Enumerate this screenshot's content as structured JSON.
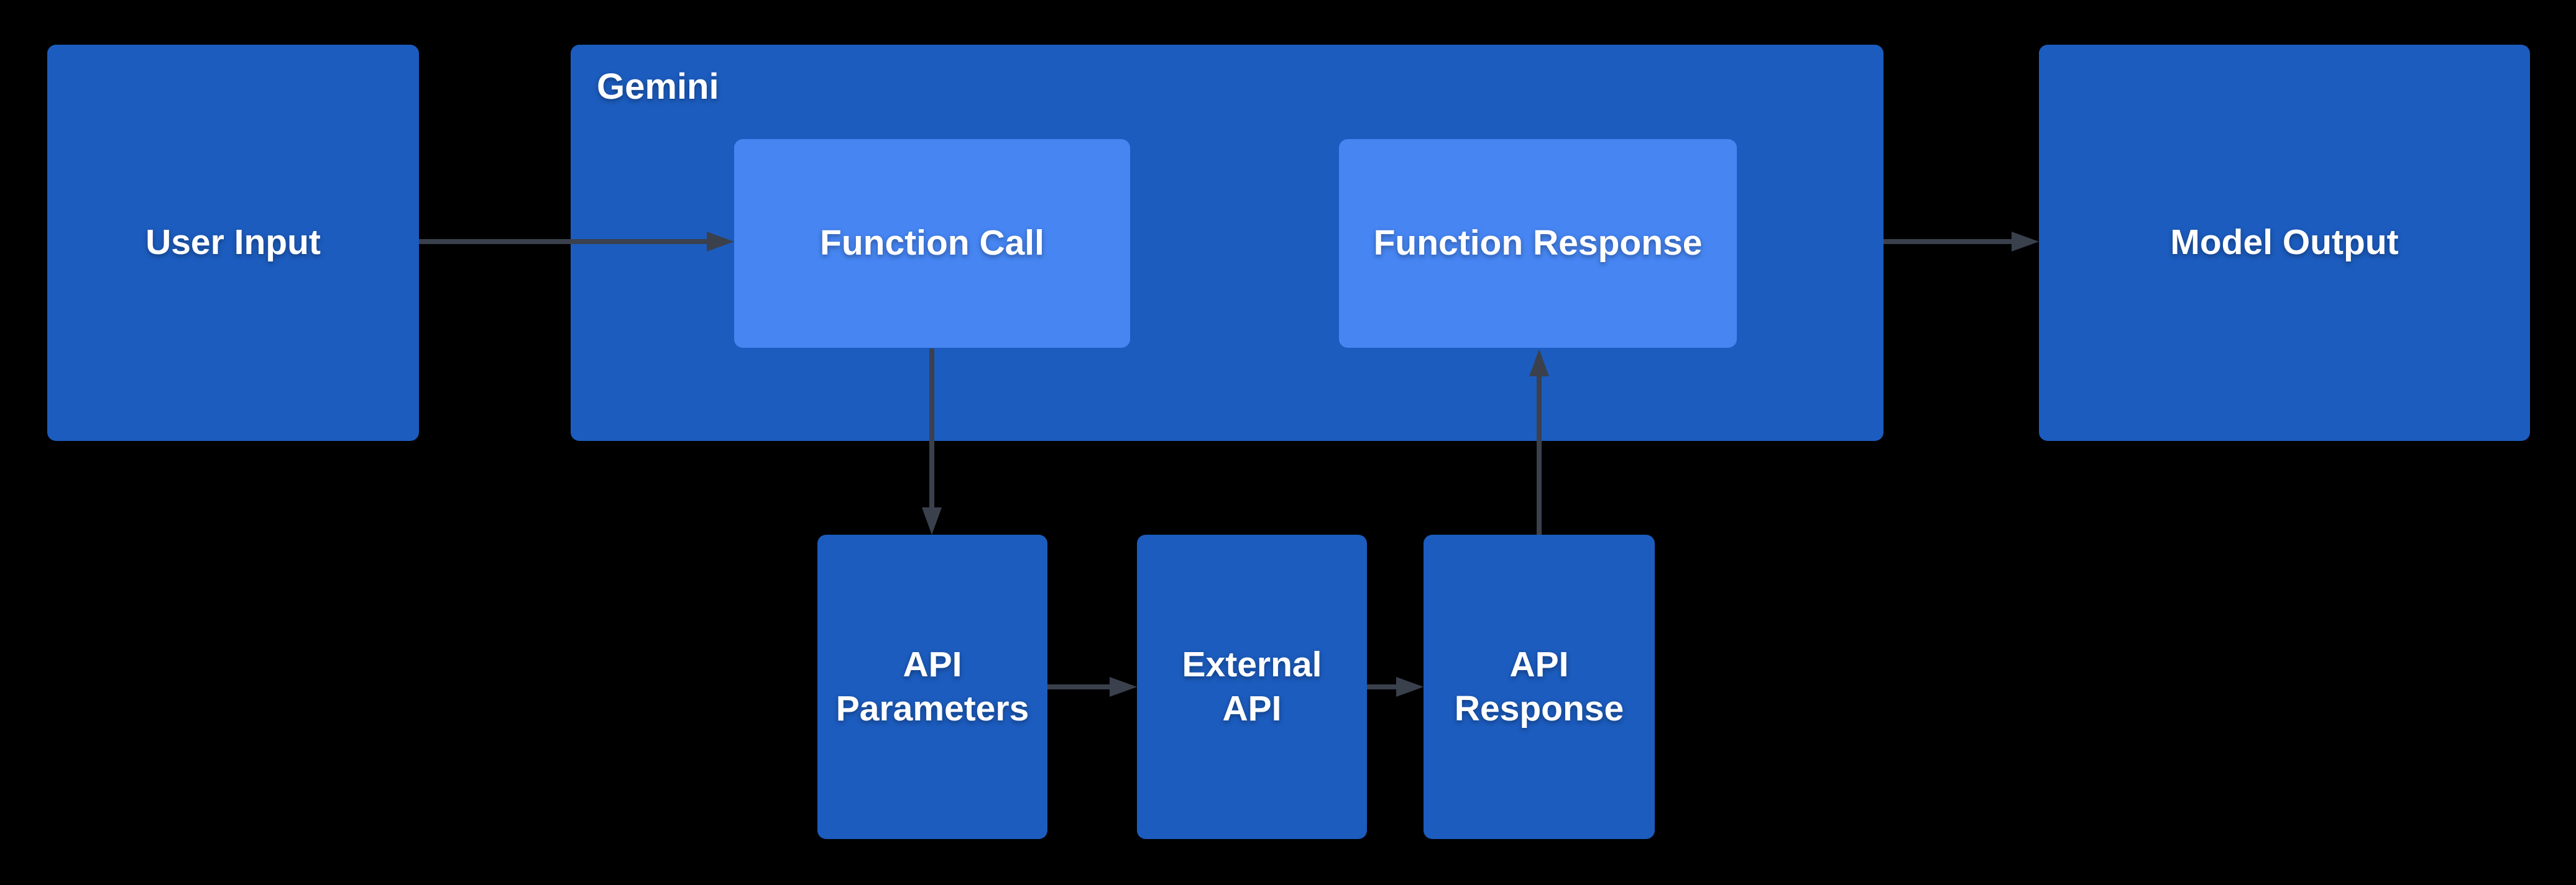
{
  "diagram": {
    "title": "Gemini function calling flow",
    "colors": {
      "background": "#000000",
      "node_fill": "#1c5cbe",
      "inner_node_fill": "#4685f2",
      "arrow": "#3a414d",
      "text": "#ffffff"
    },
    "nodes": {
      "user_input": {
        "label": "User Input"
      },
      "gemini": {
        "label": "Gemini"
      },
      "function_call": {
        "label": "Function Call"
      },
      "function_response": {
        "label": "Function Response"
      },
      "model_output": {
        "label": "Model Output"
      },
      "api_parameters": {
        "label": "API\nParameters"
      },
      "external_api": {
        "label": "External\nAPI"
      },
      "api_response": {
        "label": "API\nResponse"
      }
    },
    "edges": [
      {
        "from": "User Input",
        "to": "Function Call"
      },
      {
        "from": "Function Call",
        "to": "API Parameters"
      },
      {
        "from": "API Parameters",
        "to": "External API"
      },
      {
        "from": "External API",
        "to": "API Response"
      },
      {
        "from": "API Response",
        "to": "Function Response"
      },
      {
        "from": "Gemini",
        "to": "Model Output"
      }
    ]
  }
}
